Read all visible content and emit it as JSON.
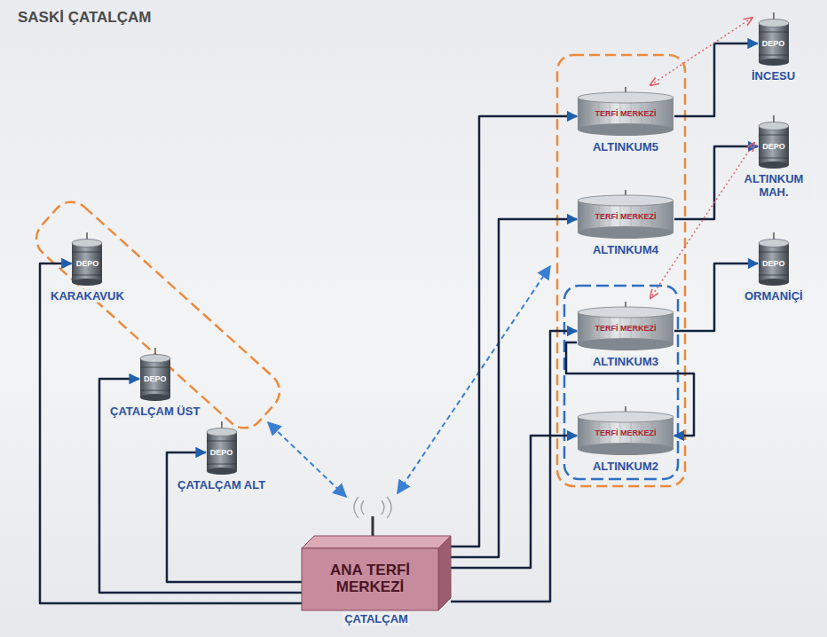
{
  "diagram": {
    "title": "SASKİ ÇATALÇAM",
    "nodes": [
      {
        "text": [
          "DEPO",
          "KARAKAVUK"
        ]
      },
      {
        "text": [
          "DEPO",
          "ÇATALÇAM ÜST"
        ]
      },
      {
        "text": [
          "DEPO",
          "ÇATALÇAM ALT"
        ]
      },
      {
        "text": [
          "TERFİ MERKEZİ",
          "ALTINKUM5"
        ]
      },
      {
        "text": [
          "DEPO",
          "İNCESU"
        ]
      },
      {
        "text": [
          "TERFİ MERKEZİ",
          "ALTINKUM4"
        ]
      },
      {
        "text": [
          "DEPO",
          "ALTINKUM MAH."
        ]
      },
      {
        "text": [
          "TERFİ MERKEZİ",
          "ALTINKUM3"
        ]
      },
      {
        "text": [
          "DEPO",
          "ORMANİÇİ"
        ]
      },
      {
        "text": [
          "TERFİ MERKEZİ",
          "ALTINKUM2"
        ]
      },
      {
        "text": [
          "ANA TERFİ MERKEZİ",
          "ÇATALÇAM"
        ]
      }
    ],
    "edges": [
      {
        "from": 10,
        "to": 0,
        "arrow": "to"
      },
      {
        "from": 10,
        "to": 1,
        "arrow": "to"
      },
      {
        "from": 10,
        "to": 2,
        "arrow": "to"
      },
      {
        "from": 10,
        "to": 3,
        "arrow": "to"
      },
      {
        "from": 10,
        "to": 5,
        "arrow": "to"
      },
      {
        "from": 10,
        "to": 9,
        "arrow": "to"
      },
      {
        "from": 10,
        "to": 7,
        "arrow": "to"
      },
      {
        "from": 7,
        "to": 9,
        "arrow": "to"
      },
      {
        "from": 3,
        "to": 4,
        "arrow": "to"
      },
      {
        "from": 5,
        "to": 6,
        "arrow": "to"
      },
      {
        "from": 7,
        "to": 8,
        "arrow": "to"
      },
      {
        "from": 3,
        "to": 4,
        "arrow": "both"
      },
      {
        "from": 6,
        "to": 7,
        "arrow": "both"
      }
    ]
  }
}
